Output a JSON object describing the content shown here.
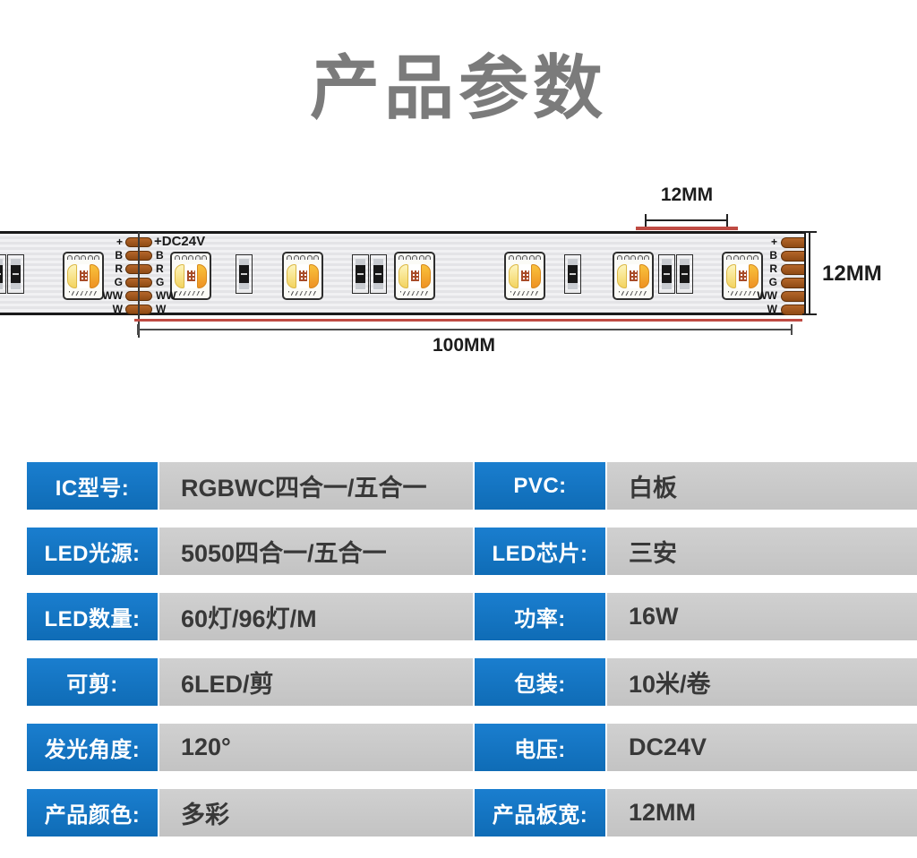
{
  "title": "产品参数",
  "diagram": {
    "dim_top": "12MM",
    "dim_right": "12MM",
    "dim_bottom": "100MM",
    "power_label": "+DC24V",
    "pad_labels_left": [
      "+",
      "B",
      "R",
      "G",
      "WW",
      "W"
    ],
    "pad_labels_right": [
      "B",
      "R",
      "G",
      "WW",
      "W"
    ],
    "end_pad_labels": [
      "+",
      "B",
      "R",
      "G",
      "WW",
      "W"
    ],
    "colors": {
      "label_blue": "#1373c1",
      "value_gray": "#c6c6c6",
      "copper": "#a85a1f",
      "dimension_red": "#bf4b43",
      "title_gray": "#7b7b7b"
    }
  },
  "spec_table": {
    "left": [
      {
        "label": "IC型号:",
        "value": "RGBWC四合一/五合一"
      },
      {
        "label": "LED光源:",
        "value": "5050四合一/五合一"
      },
      {
        "label": "LED数量:",
        "value": "60灯/96灯/M"
      },
      {
        "label": "可剪:",
        "value": "6LED/剪"
      },
      {
        "label": "发光角度:",
        "value": "120°"
      },
      {
        "label": "产品颜色:",
        "value": "多彩"
      }
    ],
    "right": [
      {
        "label": "PVC:",
        "value": "白板"
      },
      {
        "label": "LED芯片:",
        "value": "三安"
      },
      {
        "label": "功率:",
        "value": "16W"
      },
      {
        "label": "包装:",
        "value": "10米/卷"
      },
      {
        "label": "电压:",
        "value": "DC24V"
      },
      {
        "label": "产品板宽:",
        "value": "12MM"
      }
    ]
  }
}
